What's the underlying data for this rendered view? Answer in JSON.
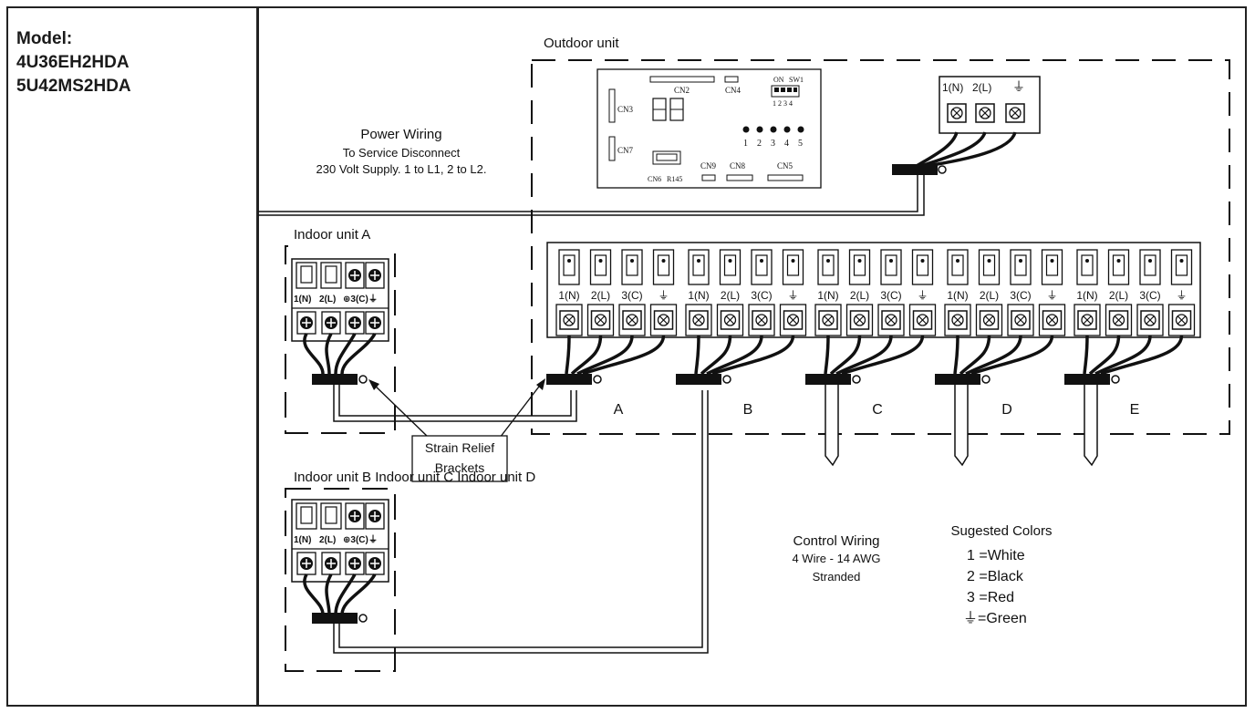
{
  "model": {
    "label": "Model:",
    "numbers": [
      "4U36EH2HDA",
      "5U42MS2HDA"
    ]
  },
  "outdoor_unit": {
    "title": "Outdoor unit",
    "board": {
      "connectors": [
        "CN2",
        "CN4",
        "CN3",
        "CN7",
        "CN9",
        "CN8",
        "CN5",
        "CN6",
        "R145"
      ],
      "switch": {
        "on": "ON",
        "name": "SW1",
        "positions": "1 2 3 4"
      },
      "leds": [
        "1",
        "2",
        "3",
        "4",
        "5"
      ]
    },
    "power_terminals": [
      "1(N)",
      "2(L)",
      "⏚"
    ],
    "terminal_groups": [
      {
        "id": "A",
        "terminals": [
          "1(N)",
          "2(L)",
          "3(C)",
          "⏚"
        ]
      },
      {
        "id": "B",
        "terminals": [
          "1(N)",
          "2(L)",
          "3(C)",
          "⏚"
        ]
      },
      {
        "id": "C",
        "terminals": [
          "1(N)",
          "2(L)",
          "3(C)",
          "⏚"
        ]
      },
      {
        "id": "D",
        "terminals": [
          "1(N)",
          "2(L)",
          "3(C)",
          "⏚"
        ]
      },
      {
        "id": "E",
        "terminals": [
          "1(N)",
          "2(L)",
          "3(C)",
          "⏚"
        ]
      }
    ]
  },
  "power_wiring": {
    "title": "Power Wiring",
    "line1": "To Service Disconnect",
    "line2": "230 Volt Supply. 1 to L1, 2 to L2."
  },
  "indoor_a": {
    "title": "Indoor unit A",
    "terminals": [
      "1(N)",
      "2(L)",
      "⊕3(C)",
      "⏚"
    ]
  },
  "indoor_bcd": {
    "title": "Indoor unit B Indoor unit C Indoor unit D",
    "terminals": [
      "1(N)",
      "2(L)",
      "⊕3(C)",
      "⏚"
    ]
  },
  "strain_relief": {
    "line1": "Strain Relief",
    "line2": "Brackets"
  },
  "control_wiring": {
    "title": "Control Wiring",
    "line1": "4 Wire - 14 AWG",
    "line2": "Stranded"
  },
  "colors": {
    "title": "Sugested Colors",
    "items": [
      "1 =White",
      "2 =Black",
      "3 =Red",
      "⏚=Green"
    ]
  }
}
